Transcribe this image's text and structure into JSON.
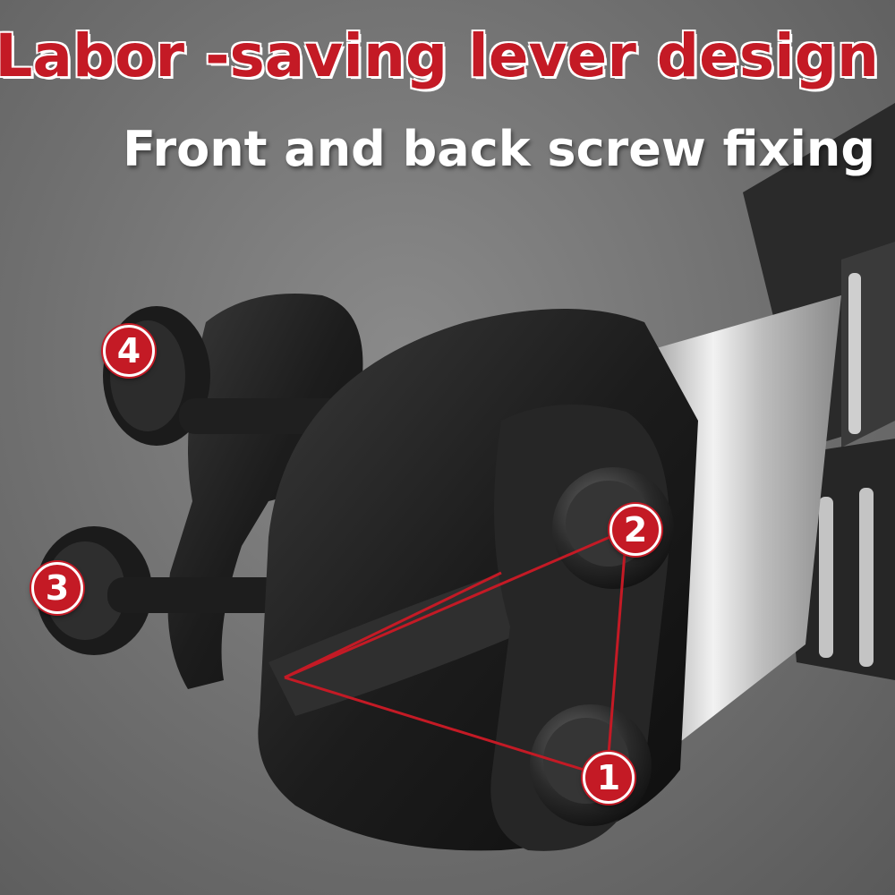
{
  "headline": "Labor -saving lever design",
  "subline": "Front and back screw fixing",
  "markers": [
    "1",
    "2",
    "3",
    "4"
  ],
  "colors": {
    "accent": "#c41a25",
    "background": "#777777",
    "metal_dark": "#1e1e1e",
    "steel": "#d8d8d8"
  }
}
